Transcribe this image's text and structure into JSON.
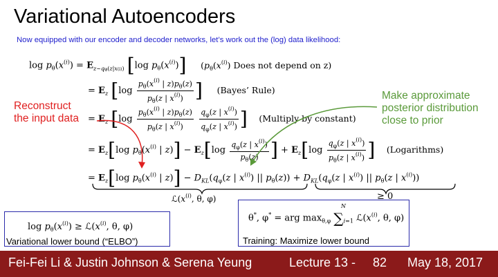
{
  "slide": {
    "title": "Variational Autoencoders",
    "subtitle": "Now equipped with our encoder and decoder networks, let’s work out the (log) data likelihood:"
  },
  "equations": {
    "notes": {
      "line1": "Does not depend on z",
      "line2": "(Bayes’ Rule)",
      "line3": "(Multiply by constant)",
      "line4": "(Logarithms)"
    },
    "underbrace_left": "L(x(i), θ, φ)",
    "underbrace_right": "≥ 0"
  },
  "annotations": {
    "red_line1": "Reconstruct",
    "red_line2": "the input data",
    "green_line1": "Make approximate",
    "green_line2": "posterior distribution",
    "green_line3": "close to prior"
  },
  "boxes": {
    "elbo_label": "Variational lower bound (“ELBO”)",
    "training_label": "Training: Maximize lower bound"
  },
  "footer": {
    "authors": "Fei-Fei Li & Justin Johnson & Serena Yeung",
    "lecture": "Lecture 13 -",
    "page": "82",
    "date": "May 18, 2017"
  },
  "colors": {
    "title_text": "#000000",
    "subtitle_text": "#1d1dcc",
    "red_annotation": "#e02020",
    "green_annotation": "#5a9a3a",
    "box_border": "#2a2aaa",
    "footer_bg": "#8b1a1a",
    "footer_text": "#ffffff"
  }
}
